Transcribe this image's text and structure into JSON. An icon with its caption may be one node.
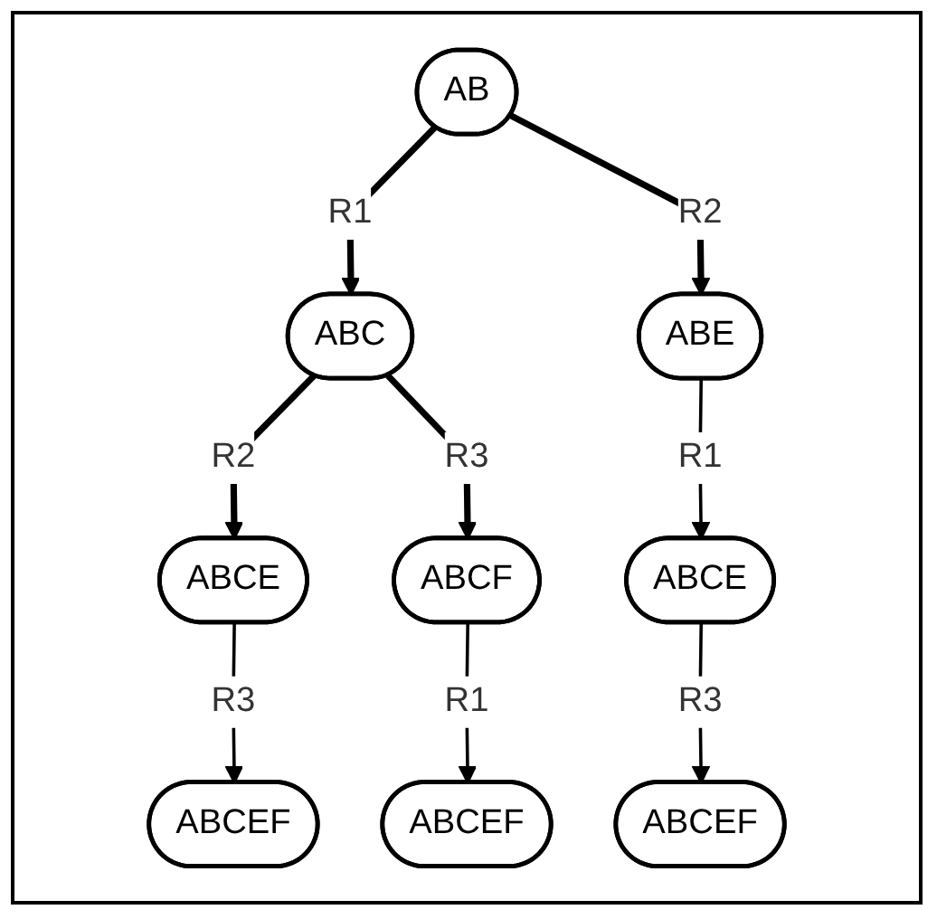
{
  "diagram": {
    "nodes": [
      {
        "text": [
          "AB"
        ]
      },
      {
        "text": [
          "ABC"
        ]
      },
      {
        "text": [
          "ABE"
        ]
      },
      {
        "text": [
          "ABCE"
        ]
      },
      {
        "text": [
          "ABCF"
        ]
      },
      {
        "text": [
          "ABCE"
        ]
      },
      {
        "text": [
          "ABCEF"
        ]
      },
      {
        "text": [
          "ABCEF"
        ]
      },
      {
        "text": [
          "ABCEF"
        ]
      }
    ],
    "edges": [
      {
        "from": 0,
        "to": 1,
        "arrow": "to",
        "label": "R1",
        "style": "thick"
      },
      {
        "from": 0,
        "to": 2,
        "arrow": "to",
        "label": "R2",
        "style": "thick"
      },
      {
        "from": 1,
        "to": 3,
        "arrow": "to",
        "label": "R2",
        "style": "thick"
      },
      {
        "from": 1,
        "to": 4,
        "arrow": "to",
        "label": "R3",
        "style": "thick"
      },
      {
        "from": 2,
        "to": 5,
        "arrow": "to",
        "label": "R1"
      },
      {
        "from": 3,
        "to": 6,
        "arrow": "to",
        "label": "R3"
      },
      {
        "from": 4,
        "to": 7,
        "arrow": "to",
        "label": "R1"
      },
      {
        "from": 5,
        "to": 8,
        "arrow": "to",
        "label": "R3"
      }
    ]
  }
}
